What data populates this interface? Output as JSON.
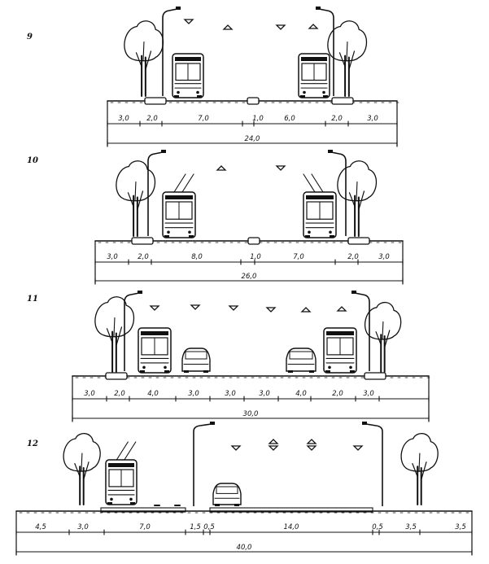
{
  "figure": {
    "title": "Street cross-section variants",
    "ink_color": "#111111",
    "paper_color": "#ffffff"
  },
  "sections": [
    {
      "number": "9",
      "segments": [
        "3,0",
        "2,0",
        "7,0",
        "1,0",
        "6,0",
        "2,0",
        "3,0"
      ],
      "total": "24,0"
    },
    {
      "number": "10",
      "segments": [
        "3,0",
        "2,0",
        "8,0",
        "1,0",
        "7,0",
        "2,0",
        "3,0"
      ],
      "total": "26,0"
    },
    {
      "number": "11",
      "segments": [
        "3,0",
        "2,0",
        "4,0",
        "3,0",
        "3,0",
        "3,0",
        "4,0",
        "2,0",
        "3,0"
      ],
      "total": "30,0"
    },
    {
      "number": "12",
      "segments": [
        "4,5",
        "3,0",
        "7,0",
        "1,5",
        "0,5",
        "14,0",
        "0,5",
        "3,5",
        "3,5"
      ],
      "total": "40,0"
    }
  ],
  "legend_icons": [
    "tree-icon",
    "street-lamp-icon",
    "bus-icon",
    "tram-icon",
    "car-icon",
    "lamp-triangle-icon"
  ]
}
